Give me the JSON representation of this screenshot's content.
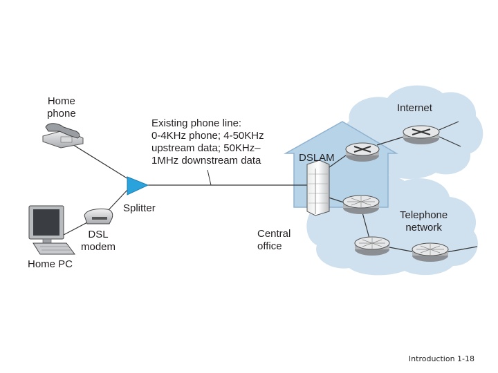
{
  "labels": {
    "home_phone": [
      "Home",
      "phone"
    ],
    "line_desc": [
      "Existing phone line:",
      "0-4KHz phone; 4-50KHz",
      "upstream data; 50KHz–",
      "1MHz downstream data"
    ],
    "splitter": "Splitter",
    "dsl_modem": [
      "DSL",
      "modem"
    ],
    "home_pc": "Home PC",
    "dslam": "DSLAM",
    "central_office": [
      "Central",
      "office"
    ],
    "internet": "Internet",
    "telephone_network": [
      "Telephone",
      "network"
    ]
  },
  "footer": "Introduction 1-18",
  "colors": {
    "cloud": "#cfe0ee",
    "house": "#b7d3e8",
    "house_edge": "#8fb2cf",
    "splitter": "#2aa3dc",
    "device": "#c9cbce",
    "line": "#333333"
  },
  "icons": [
    "phone-icon",
    "computer-icon",
    "dsl-modem-icon",
    "splitter-icon",
    "dslam-rack-icon",
    "router-icon",
    "telephone-switch-icon"
  ]
}
